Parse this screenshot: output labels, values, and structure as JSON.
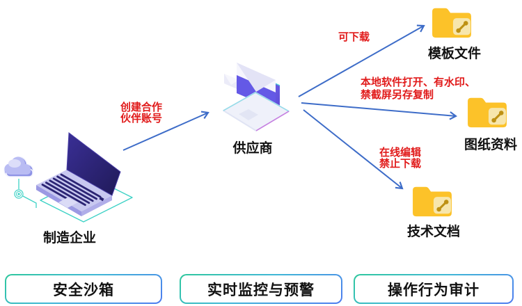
{
  "diagram": {
    "nodes": {
      "manufacturer": {
        "label": "制造企业",
        "icon": "cloud-laptop-icon"
      },
      "supplier": {
        "label": "供应商",
        "icon": "laptop-mail-icon"
      },
      "template_files": {
        "label": "模板文件",
        "icon": "folder-share-icon"
      },
      "drawing_files": {
        "label": "图纸资料",
        "icon": "folder-share-icon"
      },
      "tech_docs": {
        "label": "技术文档",
        "icon": "folder-share-icon"
      }
    },
    "edges": {
      "create_account": {
        "line1": "创建合作",
        "line2": "伙伴账号"
      },
      "downloadable": {
        "line1": "可下载"
      },
      "local_open": {
        "line1": "本地软件打开、有水印、",
        "line2": "禁截屏另存复制"
      },
      "online_edit": {
        "line1": "在线编辑",
        "line2": "禁止下载"
      }
    },
    "footer_badges": [
      "安全沙箱",
      "实时监控与预警",
      "操作行为审计"
    ],
    "colors": {
      "annotation_red": "#e11b1b",
      "arrow_blue": "#3d6cc8",
      "folder_gold": "#fcc229",
      "badge_border_teal": "#2ec79c",
      "badge_border_blue": "#4e7bf0",
      "laptop_indigo": "#2b2473",
      "supplier_purple": "#6459e6",
      "accent_teal": "#3ed2c6"
    }
  }
}
